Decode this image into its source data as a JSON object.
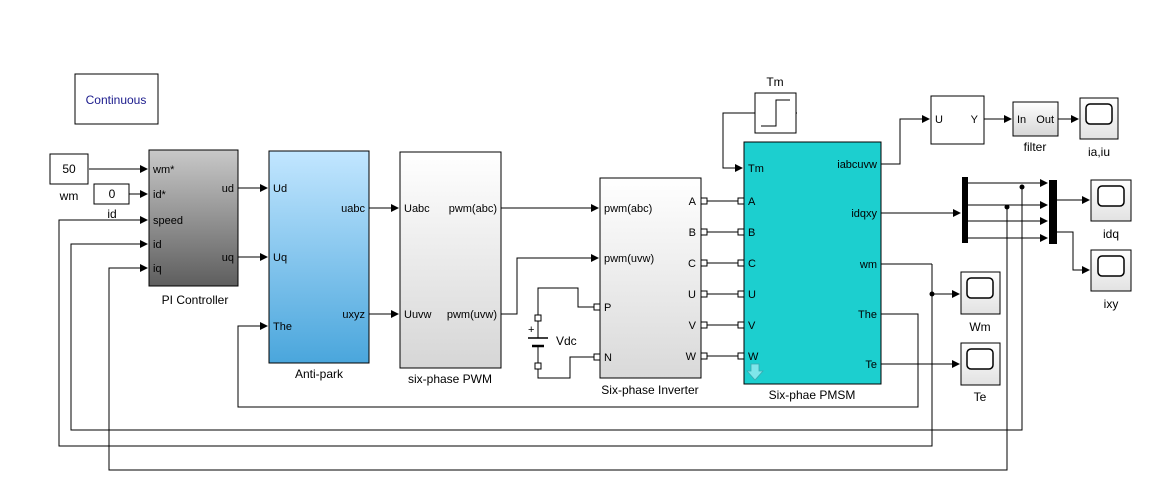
{
  "solver": {
    "label": "Continuous"
  },
  "constants": {
    "wm_value": "50",
    "wm_label": "wm",
    "id_value": "0",
    "id_label": "id"
  },
  "pi_controller": {
    "title": "PI Controller",
    "inputs": [
      "wm*",
      "id*",
      "speed",
      "id",
      "iq"
    ],
    "outputs": [
      "ud",
      "uq"
    ]
  },
  "anti_park": {
    "title": "Anti-park",
    "inputs": [
      "Ud",
      "Uq",
      "The"
    ],
    "outputs": [
      "uabc",
      "uxyz"
    ]
  },
  "pwm": {
    "title": "six-phase PWM",
    "inputs": [
      "Uabc",
      "Uuvw"
    ],
    "outputs": [
      "pwm(abc)",
      "pwm(uvw)"
    ]
  },
  "dc_source": {
    "label": "Vdc"
  },
  "inverter": {
    "title": "Six-phase Inverter",
    "inputs": [
      "pwm(abc)",
      "pwm(uvw)",
      "P",
      "N"
    ],
    "outputs": [
      "A",
      "B",
      "C",
      "U",
      "V",
      "W"
    ]
  },
  "torque_step": {
    "label": "Tm"
  },
  "pmsm": {
    "title": "Six-phae PMSM",
    "inputs": [
      "Tm",
      "A",
      "B",
      "C",
      "U",
      "V",
      "W"
    ],
    "outputs": [
      "iabcuvw",
      "idqxy",
      "wm",
      "The",
      "Te"
    ]
  },
  "selector": {
    "input": "U",
    "output": "Y"
  },
  "filter": {
    "title": "filter",
    "input": "In",
    "output": "Out"
  },
  "scopes": {
    "ia_iu": "ia,iu",
    "idq": "idq",
    "ixy": "ixy",
    "wm": "Wm",
    "te": "Te"
  }
}
